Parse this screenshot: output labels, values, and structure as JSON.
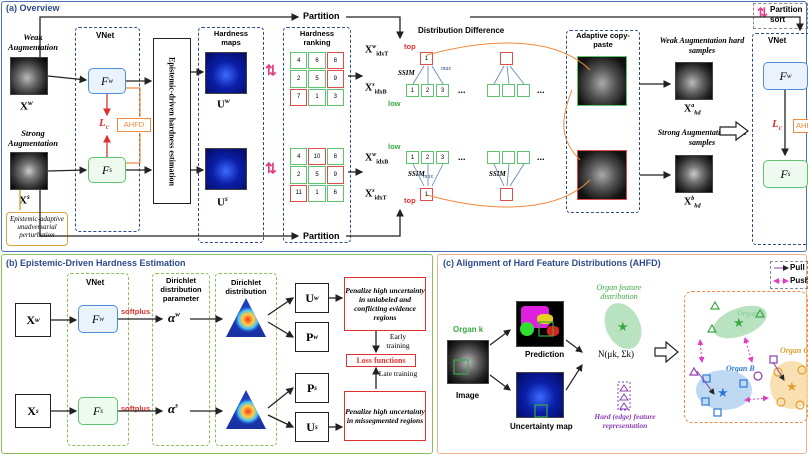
{
  "panel_a": {
    "title": "(a) Overview",
    "weak_aug": "Weak Augmentation",
    "strong_aug": "Strong Augmentation",
    "xw": "X",
    "xw_sup": "w",
    "xs": "X",
    "xs_sup": "s",
    "perturb": "Epistemic-adaptive unadversarial perturbation",
    "vnet": "VNet",
    "fw": "F",
    "fw_sub": "w",
    "fs": "F",
    "fs_sub": "s",
    "lc": "L",
    "lc_sub": "c",
    "ahfd": "AHFD",
    "epistemic": "Epistemic-driven hardness estimation",
    "hardness_maps": "Hardness maps",
    "uw": "U",
    "uw_sup": "w",
    "us": "U",
    "us_sup": "s",
    "hardness_ranking": "Hardness ranking",
    "partition_top": "Partition",
    "partition_bottom": "Partition",
    "distribution_difference": "Distribution Difference",
    "x_idxT_top": "X",
    "x_idxT_top_sup": "w",
    "x_idxT_top_sub": "idxT",
    "x_idxB_top": "X",
    "x_idxB_top_sup": "s",
    "x_idxB_top_sub": "idxB",
    "x_idxB_bot": "X",
    "x_idxB_bot_sup": "w",
    "x_idxB_bot_sub": "idxB",
    "x_idxT_bot": "X",
    "x_idxT_bot_sup": "s",
    "x_idxT_bot_sub": "idxT",
    "top": "top",
    "low": "low",
    "ssim": "SSIM",
    "max": "max",
    "ellipsis": "...",
    "adaptive_cp": "Adaptive copy-paste",
    "weak_hard": "Weak Augmentation hard samples",
    "strong_hard": "Strong Augmentation hard samples",
    "xhd_a": "X",
    "xhd_a_sup": "a",
    "xhd_a_sub": "hd",
    "xhd_b": "X",
    "xhd_b_sup": "b",
    "xhd_b_sub": "hd",
    "partition_sort": "Partition sort",
    "ranking_top": [
      "4",
      "6",
      "8",
      "2",
      "5",
      "9",
      "7",
      "1",
      "3"
    ],
    "ranking_bottom": [
      "4",
      "10",
      "8",
      "2",
      "5",
      "9",
      "11",
      "1",
      "6"
    ],
    "dd_row1": [
      "1"
    ],
    "dd_row2": [
      "1",
      "2",
      "3"
    ],
    "dd_row3": [
      "1",
      "2",
      "3"
    ],
    "dd_row4": [
      "1"
    ]
  },
  "panel_b": {
    "title": "(b) Epistemic-Driven Hardness Estimation",
    "vnet": "VNet",
    "dirichlet_param": "Dirichlet distribution parameter",
    "dirichlet_dist": "Dirichlet distribution",
    "xw": "X",
    "xw_sup": "w",
    "xs": "X",
    "xs_sup": "s",
    "fw": "F",
    "fw_sub": "w",
    "fs": "F",
    "fs_sub": "s",
    "softplus_top": "softplus",
    "softplus_bottom": "softplus",
    "alpha_w": "α",
    "alpha_w_sup": "w",
    "alpha_s": "α",
    "alpha_s_sup": "s",
    "uw": "U",
    "uw_sup": "w",
    "pw": "P",
    "pw_sup": "w",
    "ps": "P",
    "ps_sup": "s",
    "us": "U",
    "us_sup": "s",
    "penalize_top": "Penalize high uncertainty in unlabeled and conflicting evidence regions",
    "early": "Early training",
    "loss_functions": "Loss functions",
    "late": "Late training",
    "penalize_bottom": "Penalize high uncertainty in missegmented regions"
  },
  "panel_c": {
    "title": "(c) Alignment of Hard Feature Distributions (AHFD)",
    "organ_k": "Organ k",
    "image": "Image",
    "prediction": "Prediction",
    "uncertainty_map": "Uncertainty map",
    "organ_feature_distribution": "Organ feature distribution",
    "normal": "N(μk, Σk)",
    "hard_feature": "Hard (edge) feature representation",
    "organ_a": "Organ A",
    "organ_b": "Organ B",
    "organ_c": "Organ C",
    "pull": "Pull",
    "push": "Push"
  },
  "colors": {
    "panel_a_border": "#4a6fb5",
    "panel_b_border": "#8cbf5a",
    "panel_c_border": "#f2b28a",
    "title_blue": "#2c4a8c",
    "red": "#e03030",
    "orange": "#f08a3c",
    "green_cube": "#5fc46e",
    "red_cube": "#e04b4b",
    "blue_cube": "#4c8fd8",
    "purple": "#8a3fb0",
    "pink": "#e040c0"
  }
}
